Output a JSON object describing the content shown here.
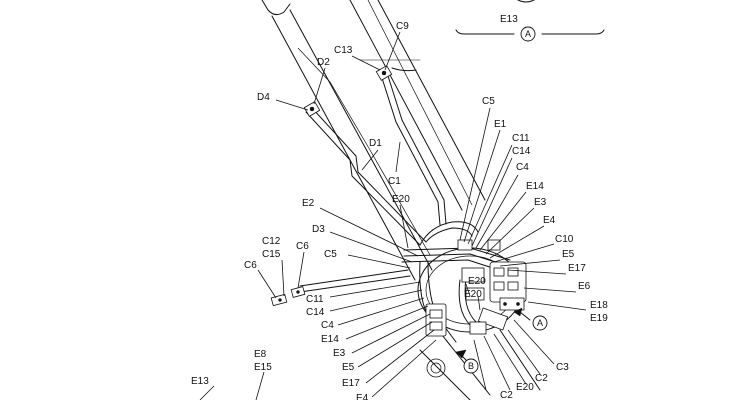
{
  "labels": {
    "top_e13": "E13",
    "c9": "C9",
    "c13_top": "C13",
    "d2": "D2",
    "d4": "D4",
    "c5_top": "C5",
    "e1": "E1",
    "c11_right": "C11",
    "c14_right": "C14",
    "c4_right": "C4",
    "d1": "D1",
    "e14_right": "E14",
    "c1": "C1",
    "e3_right": "E3",
    "e2": "E2",
    "e20_mid": "E20",
    "e4_right": "E4",
    "d3": "D3",
    "c12": "C12",
    "c10": "C10",
    "c15": "C15",
    "c6_b": "C6",
    "c5_left": "C5",
    "e5_right": "E5",
    "c6_a": "C6",
    "e17_right": "E17",
    "e20_a": "E20",
    "e6": "E6",
    "e20_b": "E20",
    "c11_left": "C11",
    "e18": "E18",
    "c14_left": "C14",
    "e19": "E19",
    "c4_left": "C4",
    "e14_left": "E14",
    "e3_left": "E3",
    "c3": "C3",
    "e8": "E8",
    "e5_left": "E5",
    "e15": "E15",
    "c2_a": "C2",
    "e17_left": "E17",
    "e13_bottom": "E13",
    "e20_bottom": "E20",
    "c2_b": "C2",
    "e4_left": "E4"
  },
  "refs": {
    "a_section": "A",
    "a_view": "A",
    "b_view": "B"
  }
}
